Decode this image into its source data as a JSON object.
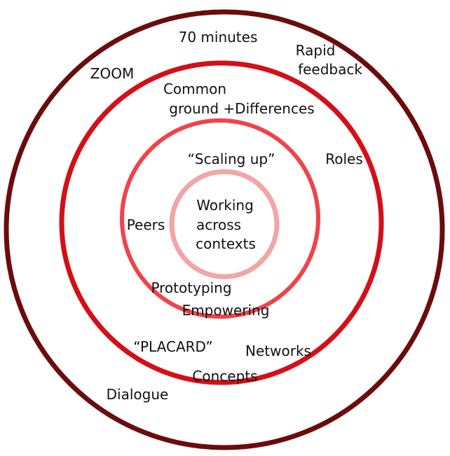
{
  "diagram": {
    "colors": {
      "outer_ring": "#6b0c0c",
      "second_ring": "#d40f17",
      "third_ring": "#f0434a",
      "inner_ring": "#f2a5a5",
      "text": "#111111",
      "peers_text": "#1f2bd6"
    },
    "outer_ring": {
      "labels": [
        "70 minutes",
        "Rapid",
        "feedback",
        "ZOOM",
        "Dialogue"
      ]
    },
    "second_ring": {
      "labels": [
        "Common",
        "ground +Differences",
        "Roles",
        "“PLACARD”",
        "Networks",
        "Concepts"
      ]
    },
    "third_ring": {
      "labels": [
        "“Scaling up”",
        "Peers",
        "Prototyping",
        "Empowering"
      ]
    },
    "center": {
      "labels": [
        "Working",
        "across",
        "contexts"
      ]
    }
  }
}
